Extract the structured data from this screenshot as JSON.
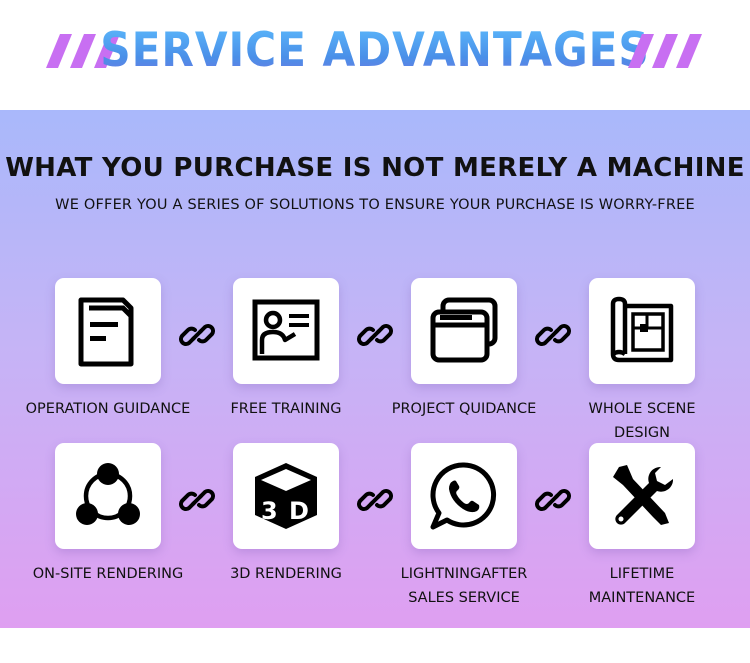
{
  "header": {
    "title": "SERVICE ADVANTAGES"
  },
  "headline": "WHAT YOU PURCHASE IS NOT MERELY A MACHINE",
  "subline": "WE OFFER YOU A SERIES OF SOLUTIONS TO ENSURE YOUR PURCHASE IS WORRY-FREE",
  "services": [
    {
      "label": "OPERATION GUIDANCE",
      "icon": "document-icon"
    },
    {
      "label": "FREE TRAINING",
      "icon": "presentation-board-icon"
    },
    {
      "label": "PROJECT QUIDANCE",
      "icon": "browser-windows-icon"
    },
    {
      "label": "WHOLE SCENE DESIGN",
      "icon": "blueprint-icon"
    },
    {
      "label": "ON-SITE RENDERING",
      "icon": "network-nodes-icon"
    },
    {
      "label": "3D RENDERING",
      "icon": "3d-cube-icon"
    },
    {
      "label": "LIGHTNINGAFTER SALES SERVICE",
      "icon": "whatsapp-icon"
    },
    {
      "label": "LIFETIME MAINTENANCE",
      "icon": "tools-icon"
    }
  ],
  "colors": {
    "title_blue": "#4a8fe8",
    "accent_purple": "#c86ff2",
    "panel_top": "#a9b8fb",
    "panel_bottom": "#df9ff1",
    "ink": "#111111"
  }
}
